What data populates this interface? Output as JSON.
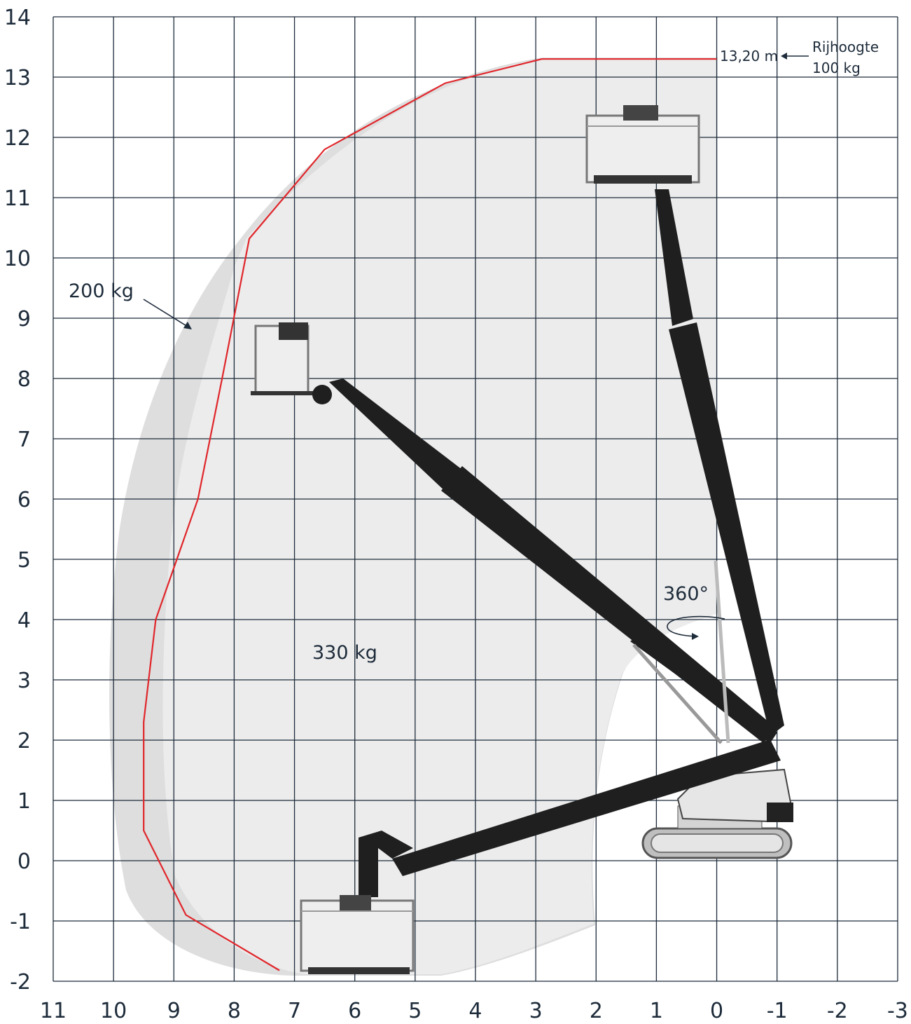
{
  "diagram": {
    "x_ticks": [
      "11",
      "10",
      "9",
      "8",
      "7",
      "6",
      "5",
      "4",
      "3",
      "2",
      "1",
      "0",
      "-1",
      "-2",
      "-3"
    ],
    "y_ticks": [
      "14",
      "13",
      "12",
      "11",
      "10",
      "9",
      "8",
      "7",
      "6",
      "5",
      "4",
      "3",
      "2",
      "1",
      "0",
      "-1",
      "-2"
    ],
    "labels": {
      "max_height": "13,20 m",
      "drive_height_title": "Rijhoogte",
      "drive_height_load": "100 kg",
      "load_outer": "200 kg",
      "load_inner": "330 kg",
      "rotation": "360°"
    },
    "colors": {
      "grid": "#1d2b3a",
      "envelope_line": "#e0262b",
      "zone_outer": "#dcdcdc",
      "zone_inner": "#ececec",
      "boom": "#1f1f1f",
      "platform": "#e6e6e6"
    },
    "envelope_outline": [
      [
        7.25,
        -1.82
      ],
      [
        8.8,
        -0.9
      ],
      [
        9.5,
        0.5
      ],
      [
        9.5,
        2.3
      ],
      [
        9.3,
        4.0
      ],
      [
        8.6,
        6.0
      ],
      [
        8.2,
        8.0
      ],
      [
        7.75,
        10.32
      ],
      [
        6.5,
        11.8
      ],
      [
        4.5,
        12.9
      ],
      [
        2.9,
        13.3
      ],
      [
        0.0,
        13.3
      ]
    ]
  }
}
